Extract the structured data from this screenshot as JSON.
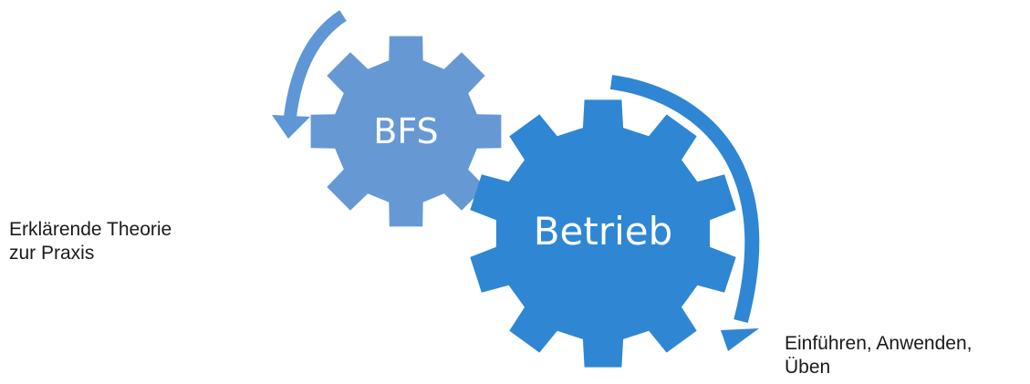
{
  "diagram": {
    "gear_small": {
      "label": "BFS",
      "icon": "gear-icon",
      "color": "#6699d3"
    },
    "gear_large": {
      "label": "Betrieb",
      "icon": "gear-icon",
      "color": "#2f86d3"
    },
    "arrow_small_color": "#5f97d6",
    "arrow_large_color": "#2f86d3",
    "left_text": {
      "line1": "Erklärende Theorie",
      "line2": "zur Praxis"
    },
    "right_text": {
      "line1": "Einführen, Anwenden,",
      "line2": "Üben"
    }
  }
}
